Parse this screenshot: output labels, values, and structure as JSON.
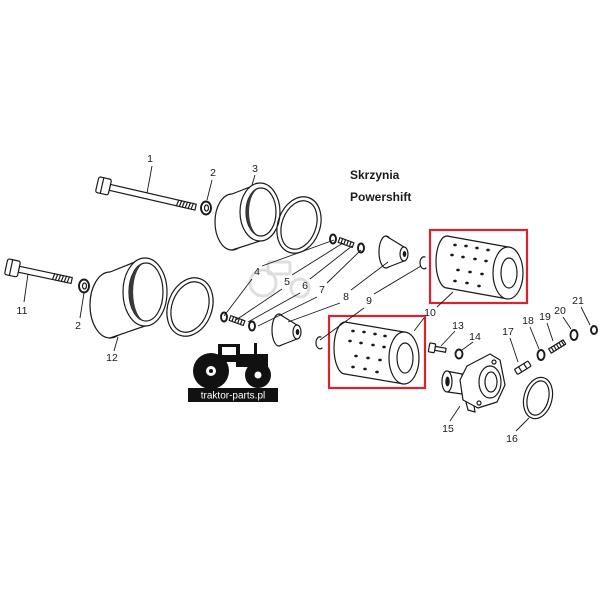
{
  "title": {
    "line1": "Skrzynia",
    "line2": "Powershift"
  },
  "labels": [
    "1",
    "2",
    "3",
    "4",
    "5",
    "6",
    "7",
    "8",
    "9",
    "10",
    "11",
    "2",
    "12",
    "13",
    "14",
    "15",
    "16",
    "17",
    "18",
    "19",
    "20",
    "21"
  ],
  "logo": {
    "text": "traktor-parts.pl",
    "icon": "tractor-icon"
  },
  "colors": {
    "highlight": "#d9232e",
    "ink": "#1a1a1a",
    "background": "#ffffff"
  }
}
